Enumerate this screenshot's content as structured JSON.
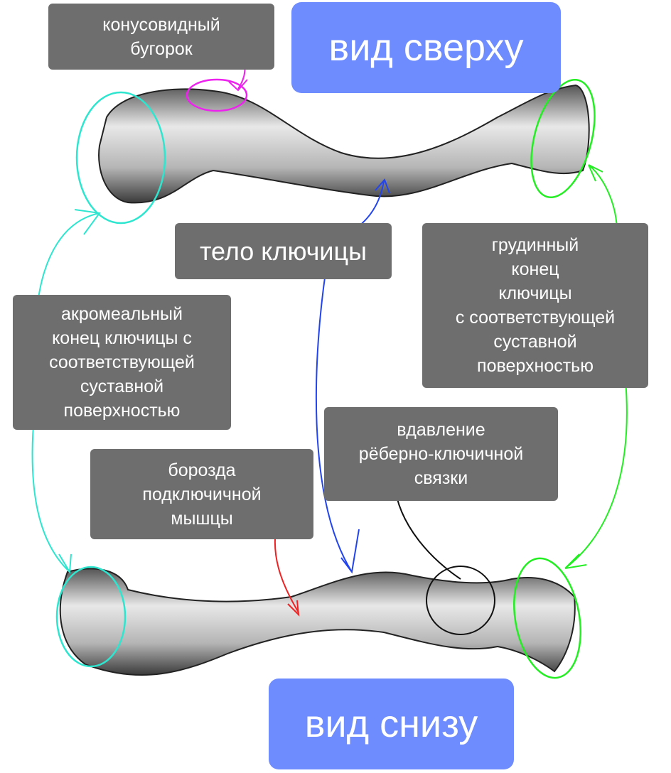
{
  "views": {
    "top": "вид сверху",
    "bottom": "вид снизу"
  },
  "labels": {
    "conoid": "конусовидный\nбугорок",
    "body": "тело ключицы",
    "sternal": "грудинный\nконец\nключицы\nс соответствующей\nсуставной\nповерхностью",
    "acromial": "акромеальный\nконец ключицы с\nсоответствующей\nсуставной\nповерхностью",
    "costoclavicular": "вдавление\nрёберно-ключичной\nсвязки",
    "subclavius": "борозда\nподключичной\nмышцы"
  },
  "colors": {
    "box": "#6e6e6e",
    "view": "#6f8cff",
    "cyan": "#2ee6cf",
    "magenta": "#ee22ee",
    "green": "#22ee22",
    "blue": "#2244ee",
    "red": "#ee2222",
    "black": "#111111"
  }
}
